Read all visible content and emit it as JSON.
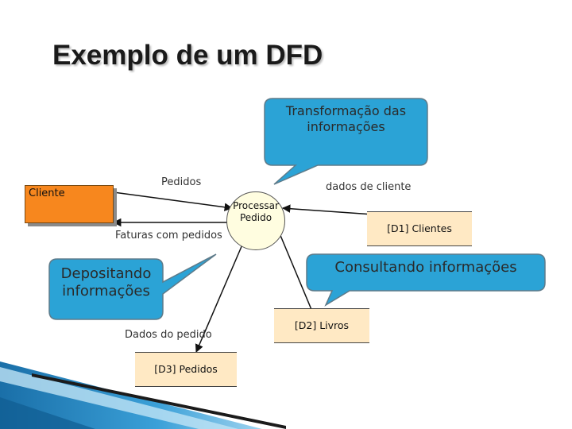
{
  "slide": {
    "title": "Exemplo de um DFD"
  },
  "external_entity": {
    "label": "Cliente"
  },
  "process": {
    "label": "Processar\nPedido"
  },
  "data_stores": {
    "clientes": "[D1] Clientes",
    "livros": "[D2] Livros",
    "pedidos": "[D3] Pedidos"
  },
  "flows": {
    "pedidos": "Pedidos",
    "faturas": "Faturas com pedidos",
    "dados_cliente": "dados de cliente",
    "dados_pedido": "Dados do pedido"
  },
  "callouts": {
    "transformacao": "Transformação das\ninformações",
    "depositando": "Depositando\ninformações",
    "consultando": "Consultando informações"
  },
  "colors": {
    "entity": "#f7871e",
    "callout": "#2ba3d6",
    "store": "#ffe9c4",
    "process": "#fffde0",
    "decoration": "#1f7fb6"
  }
}
